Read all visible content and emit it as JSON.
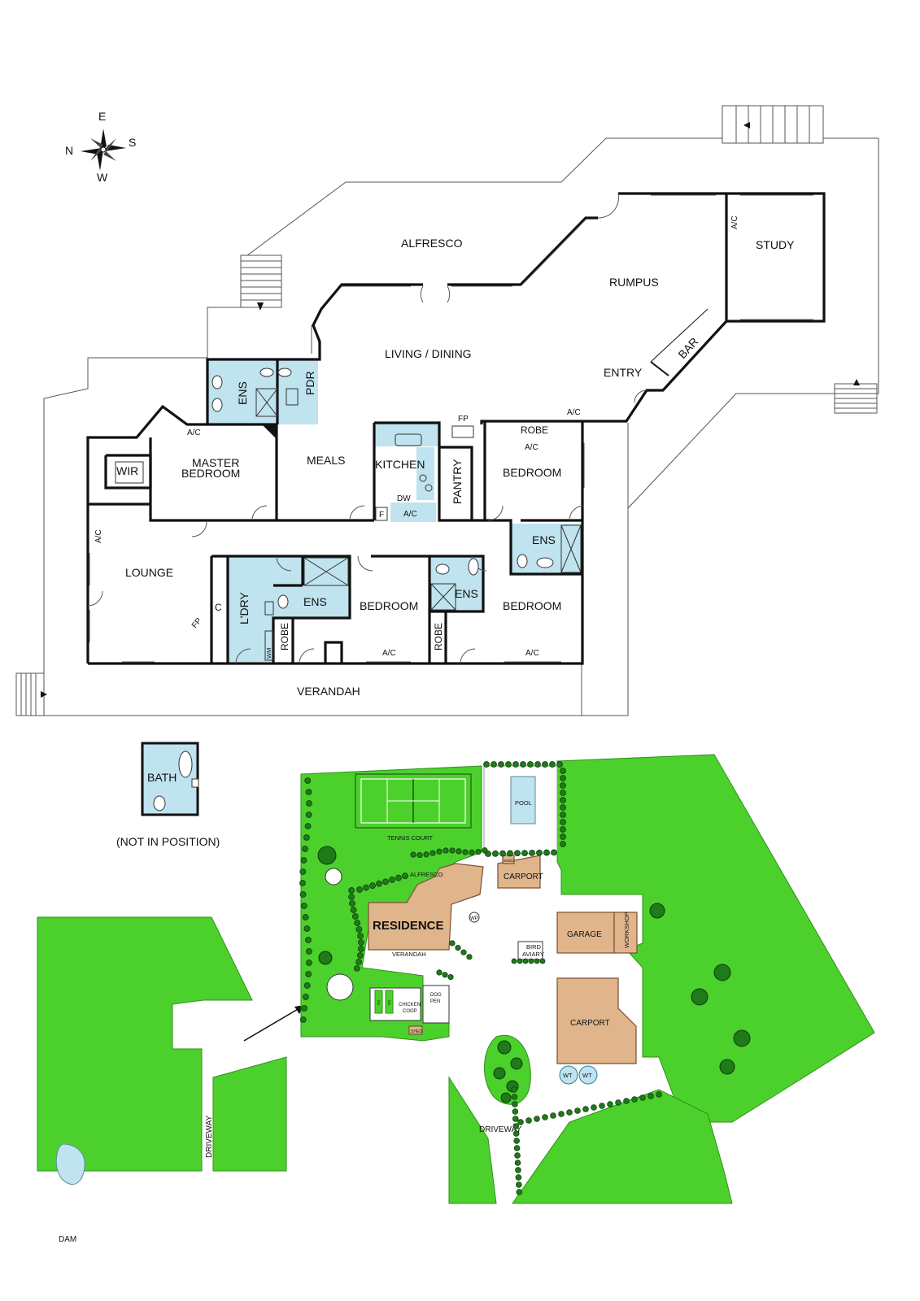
{
  "compass": {
    "n": "N",
    "e": "E",
    "s": "S",
    "w": "W"
  },
  "rooms": {
    "alfresco": "ALFRESCO",
    "rumpus": "RUMPUS",
    "study": "STUDY",
    "living_dining": "LIVING / DINING",
    "entry": "ENTRY",
    "bar": "BAR",
    "ens": "ENS",
    "pdr": "PDR",
    "master_bedroom_l1": "MASTER",
    "master_bedroom_l2": "BEDROOM",
    "wir": "WIR",
    "meals": "MEALS",
    "kitchen": "KITCHEN",
    "pantry": "PANTRY",
    "robe": "ROBE",
    "bedroom": "BEDROOM",
    "lounge": "LOUNGE",
    "laundry": "L'DRY",
    "c": "C",
    "verandah": "VERANDAH",
    "bath": "BATH",
    "not_in_position": "(NOT IN POSITION)"
  },
  "fixtures": {
    "ac": "A/C",
    "fp": "FP",
    "dw": "DW",
    "f": "F",
    "wm": "WM"
  },
  "site": {
    "tennis_court": "TENNIS COURT",
    "pool": "POOL",
    "alfresco": "ALFRESCO",
    "residence": "RESIDENCE",
    "verandah": "VERANDAH",
    "carport_small": "CARPORT",
    "shed_small": "SHED",
    "wp": "WP",
    "bird_aviary_l1": "BIRD",
    "bird_aviary_l2": "AVIARY",
    "garage": "GARAGE",
    "workshop": "WORKSHOP",
    "carport_large": "CARPORT",
    "wt": "WT",
    "chicken_coop_l1": "CHICKEN",
    "chicken_coop_l2": "COOP",
    "dog_pen_l1": "DOG",
    "dog_pen_l2": "PEN",
    "shed": "SHED",
    "driveway": "DRIVEWAY",
    "vg": "VG"
  },
  "location": {
    "dam": "DAM",
    "driveway": "DRIVEWAY"
  },
  "colors": {
    "lawn": "#4cd12c",
    "wet_area": "#bfe3ef",
    "building": "#e0b58c",
    "tree": "#1f7a1a"
  }
}
